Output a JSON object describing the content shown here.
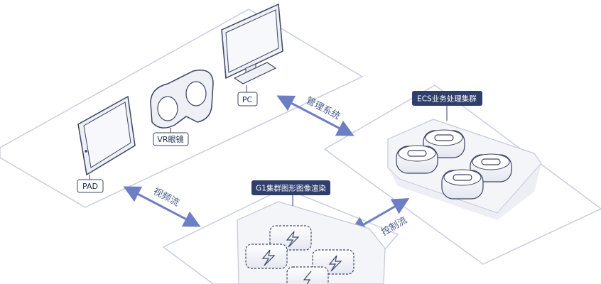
{
  "devices": {
    "pad": "PAD",
    "vr": "VR眼镜",
    "pc": "PC"
  },
  "clusters": {
    "ecs": "ECS业务处理集群",
    "g1": "G1集群图形图像渲染"
  },
  "flows": {
    "management": "管理系统",
    "video": "视频流",
    "control": "控制流"
  },
  "colors": {
    "plane_border": "#c9cde0",
    "arrow": "#6d7fc4",
    "title_bg": "#2f3e6b",
    "box_fill": "#eef0f5"
  }
}
